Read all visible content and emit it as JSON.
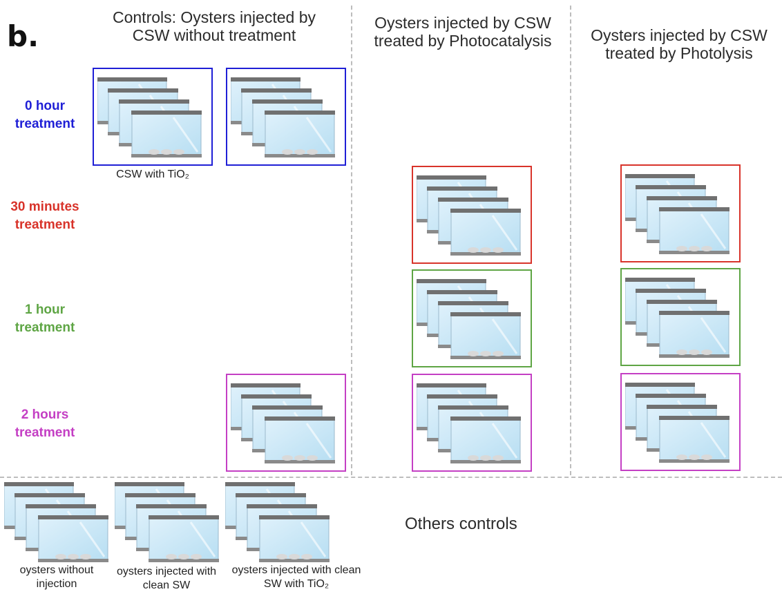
{
  "panel_label": "b.",
  "columns": {
    "controls": "Controls: Oysters injected by CSW without treatment",
    "photocatalysis": "Oysters injected by CSW treated by Photocatalysis",
    "photolysis": "Oysters injected by CSW treated by Photolysis"
  },
  "rows": {
    "r0": {
      "line1": "0 hour",
      "line2": "treatment",
      "color": "#1f1fd6"
    },
    "r30": {
      "line1": "30 minutes",
      "line2": "treatment",
      "color": "#d8332a"
    },
    "r1": {
      "line1": "1 hour",
      "line2": "treatment",
      "color": "#5ea544"
    },
    "r2": {
      "line1": "2 hours",
      "line2": "treatment",
      "color": "#c43fc4"
    }
  },
  "captions": {
    "csw_tio2": "CSW with TiO₂",
    "no_injection": "oysters without injection",
    "clean_sw": "oysters injected with clean SW",
    "clean_sw_tio2": "oysters injected with clean SW  with TiO₂"
  },
  "others_label": "Others controls",
  "icons": {
    "tank": "aquarium-tank-stack-icon"
  },
  "colors": {
    "blue": "#1f1fd6",
    "red": "#d8332a",
    "green": "#5ea544",
    "magenta": "#c43fc4",
    "divider": "#bdbdbd"
  }
}
